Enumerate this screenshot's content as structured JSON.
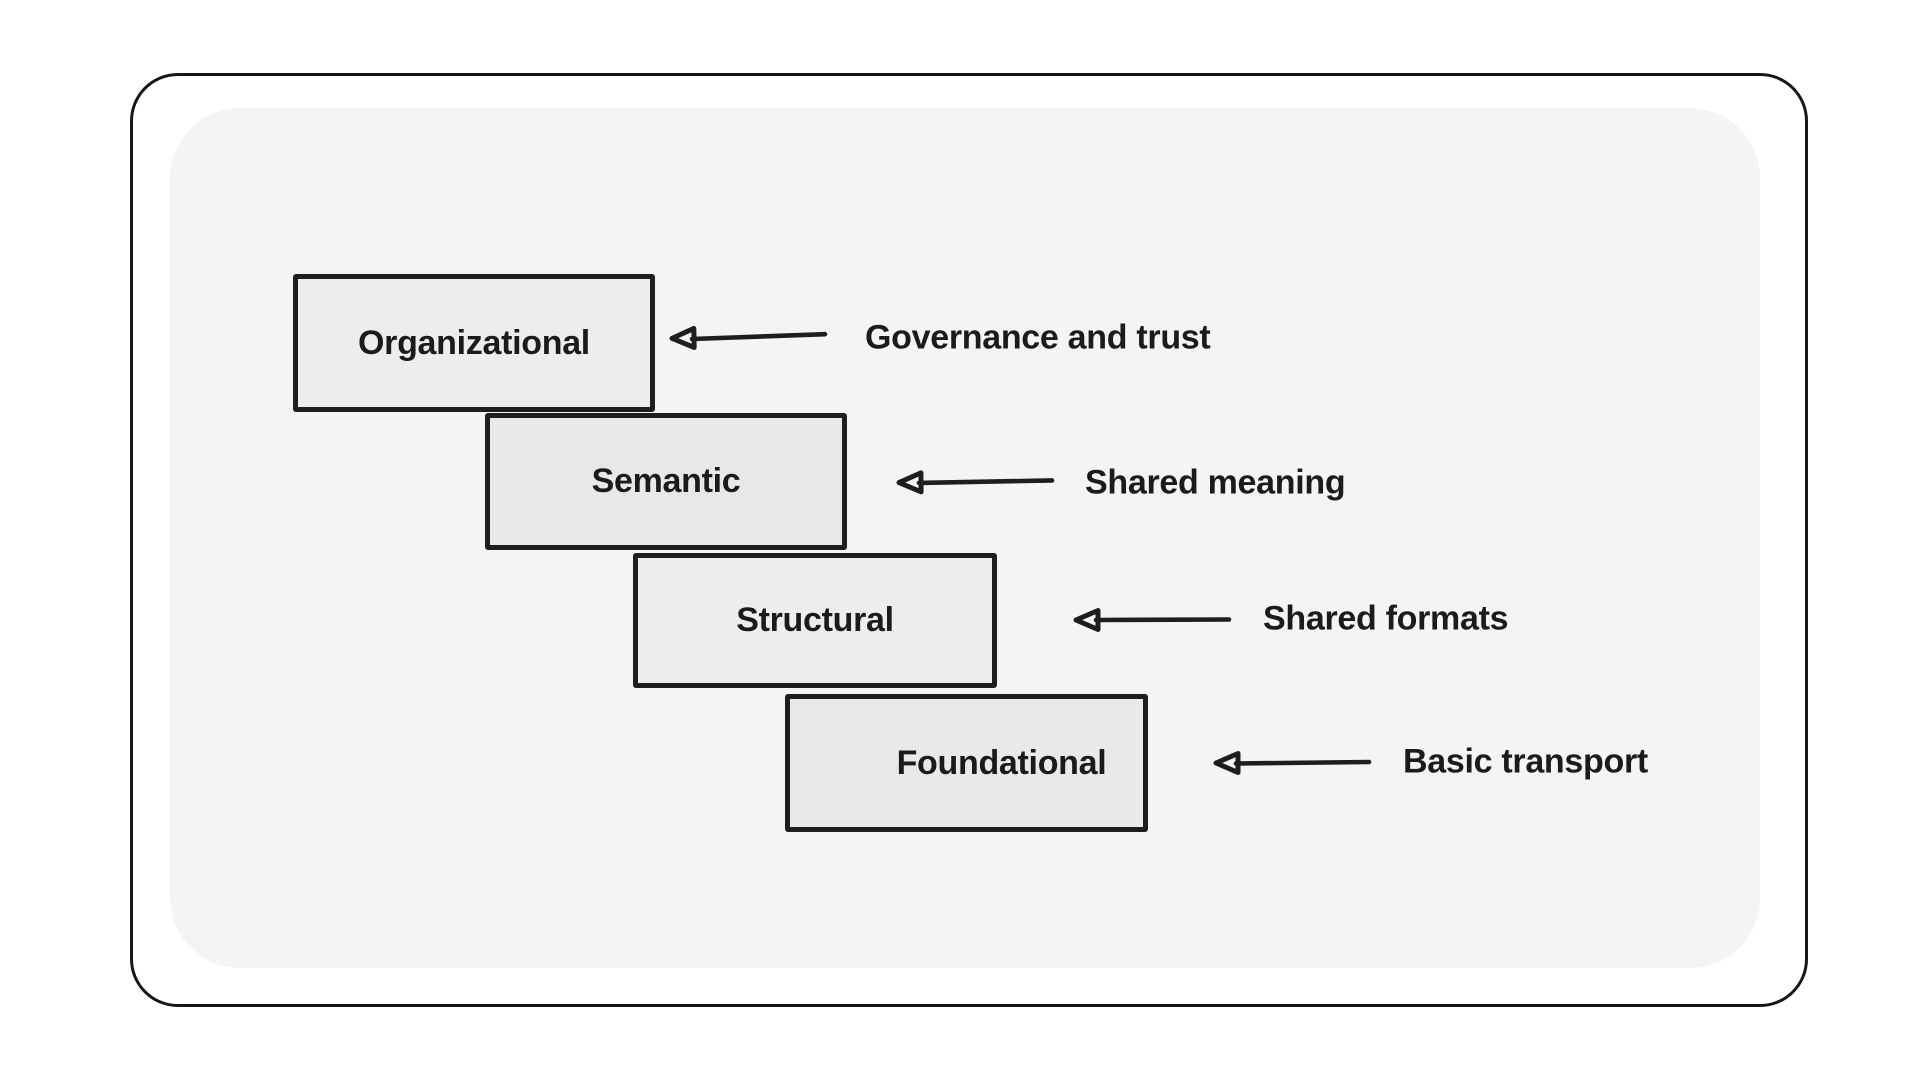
{
  "diagram": {
    "title": "interoperability-layers-staircase",
    "layers": [
      {
        "label": "Organizational",
        "annotation": "Governance and trust"
      },
      {
        "label": "Semantic",
        "annotation": "Shared meaning"
      },
      {
        "label": "Structural",
        "annotation": "Shared formats"
      },
      {
        "label": "Foundational",
        "annotation": "Basic transport"
      }
    ],
    "colors": {
      "canvas": "#ffffff",
      "panel": "#f4f4f5",
      "box_fill_light": "#ededee",
      "box_fill_dark": "#e8e8e9",
      "stroke": "#1e1e1e",
      "frame_stroke": "#161616",
      "text": "#1b1b1b"
    }
  }
}
